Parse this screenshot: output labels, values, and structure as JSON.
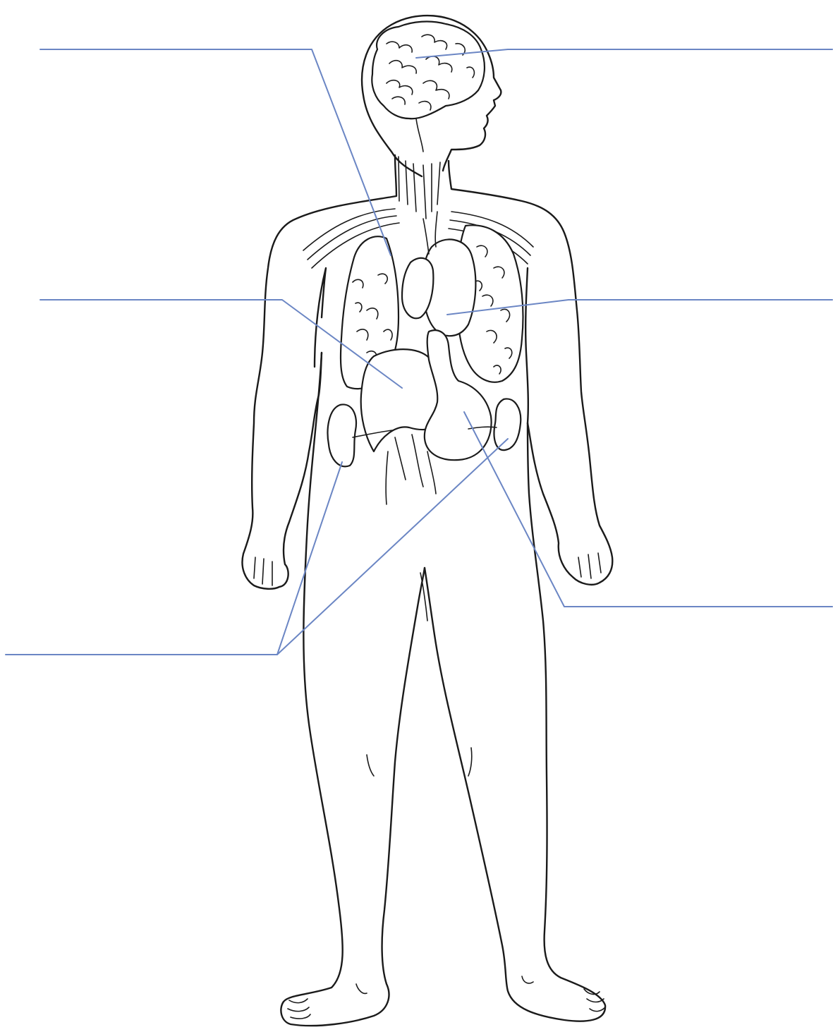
{
  "diagram": {
    "line_color": "#6b86c4",
    "ink_color": "#1a1a1a",
    "background": "#ffffff",
    "subject": "human-body-outline",
    "labels": [
      {
        "organ": "lungs",
        "text": ""
      },
      {
        "organ": "brain",
        "text": ""
      },
      {
        "organ": "liver",
        "text": ""
      },
      {
        "organ": "heart",
        "text": ""
      },
      {
        "organ": "kidneys",
        "text": ""
      },
      {
        "organ": "stomach",
        "text": ""
      }
    ]
  }
}
